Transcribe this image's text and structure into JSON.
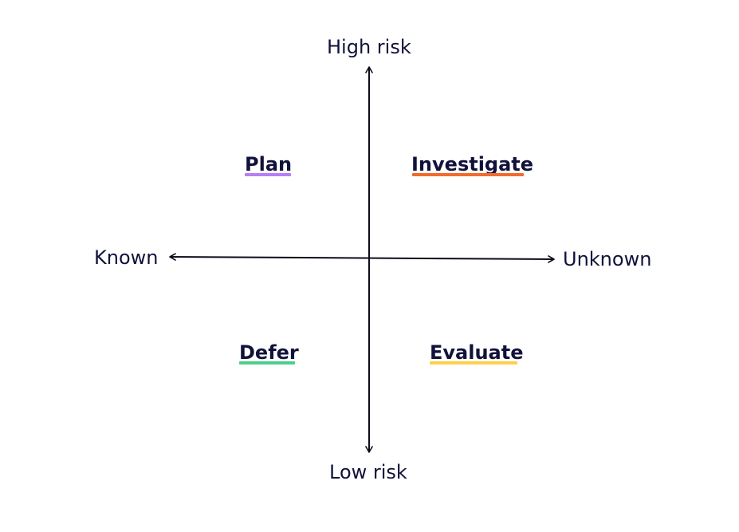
{
  "axes": {
    "top_label": "High risk",
    "bottom_label": "Low risk",
    "left_label": "Known",
    "right_label": "Unknown"
  },
  "quadrants": {
    "top_left": {
      "label": "Plan",
      "color": "#b77ff5"
    },
    "top_right": {
      "label": "Investigate",
      "color": "#f26b2e"
    },
    "bottom_left": {
      "label": "Defer",
      "color": "#4bd08a"
    },
    "bottom_right": {
      "label": "Evaluate",
      "color": "#fbd14b"
    }
  },
  "colors": {
    "text": "#11123b",
    "axis": "#0d0d1a",
    "background": "#ffffff"
  }
}
